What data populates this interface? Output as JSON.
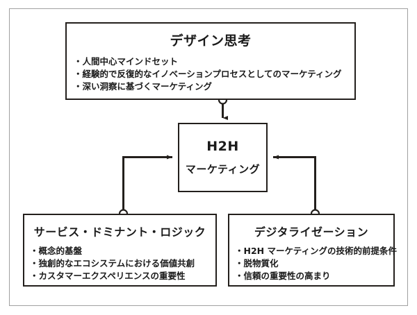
{
  "diagram": {
    "title_hidden": "H2H Marketing framework diagram",
    "colors": {
      "box_border": "#231f1c",
      "outer_frame": "#a0a0a0",
      "connector": "#231f1c",
      "background": "#ffffff",
      "text": "#1a1a1a"
    },
    "nodes": {
      "design_thinking": {
        "title": "デザイン思考",
        "bullets": [
          "人間中心マインドセット",
          "経験的で反復的なイノベーションプロセスとしてのマーケティング",
          "深い洞察に基づくマーケティング"
        ]
      },
      "h2h_marketing": {
        "line1": "H2H",
        "line2": "マーケティング"
      },
      "sd_logic": {
        "title": "サービス・ドミナント・ロジック",
        "bullets": [
          "概念的基盤",
          "独創的なエコシステムにおける価値共創",
          "カスタマーエクスペリエンスの重要性"
        ]
      },
      "digitalization": {
        "title": "デジタライゼーション",
        "bullets": [
          "H2H マーケティングの技術的前提条件",
          "脱物質化",
          "信頼の重要性の高まり"
        ]
      }
    },
    "connectors": [
      {
        "name": "design-thinking-to-h2h",
        "from": "design_thinking",
        "to": "h2h_marketing",
        "direction": "down",
        "has_junction_circle": true
      },
      {
        "name": "sd-logic-to-h2h",
        "from": "sd_logic",
        "to": "h2h_marketing",
        "direction": "right",
        "has_junction_circle": true
      },
      {
        "name": "digitalization-to-h2h",
        "from": "digitalization",
        "to": "h2h_marketing",
        "direction": "left",
        "has_junction_circle": true
      }
    ]
  }
}
